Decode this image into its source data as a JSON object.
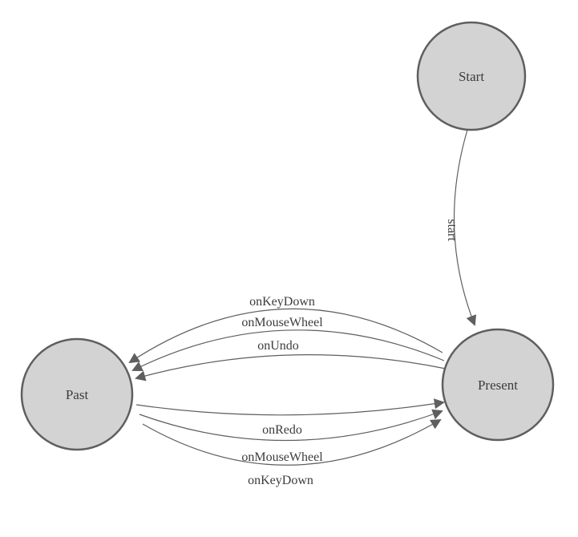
{
  "diagram": {
    "type": "state-machine",
    "background_color": "#ffffff",
    "node_fill": "#d3d3d3",
    "node_stroke": "#5f5f5f",
    "edge_color": "#5f5f5f",
    "label_color": "#3c3c3c",
    "nodes": [
      {
        "id": "start",
        "label": "Start"
      },
      {
        "id": "present",
        "label": "Present"
      },
      {
        "id": "past",
        "label": "Past"
      }
    ],
    "edges": [
      {
        "from": "Start",
        "to": "Present",
        "label": "start"
      },
      {
        "from": "Present",
        "to": "Past",
        "label": "onKeyDown"
      },
      {
        "from": "Present",
        "to": "Past",
        "label": "onMouseWheel"
      },
      {
        "from": "Present",
        "to": "Past",
        "label": "onUndo"
      },
      {
        "from": "Past",
        "to": "Present",
        "label": "onRedo"
      },
      {
        "from": "Past",
        "to": "Present",
        "label": "onMouseWheel"
      },
      {
        "from": "Past",
        "to": "Present",
        "label": "onKeyDown"
      }
    ]
  }
}
